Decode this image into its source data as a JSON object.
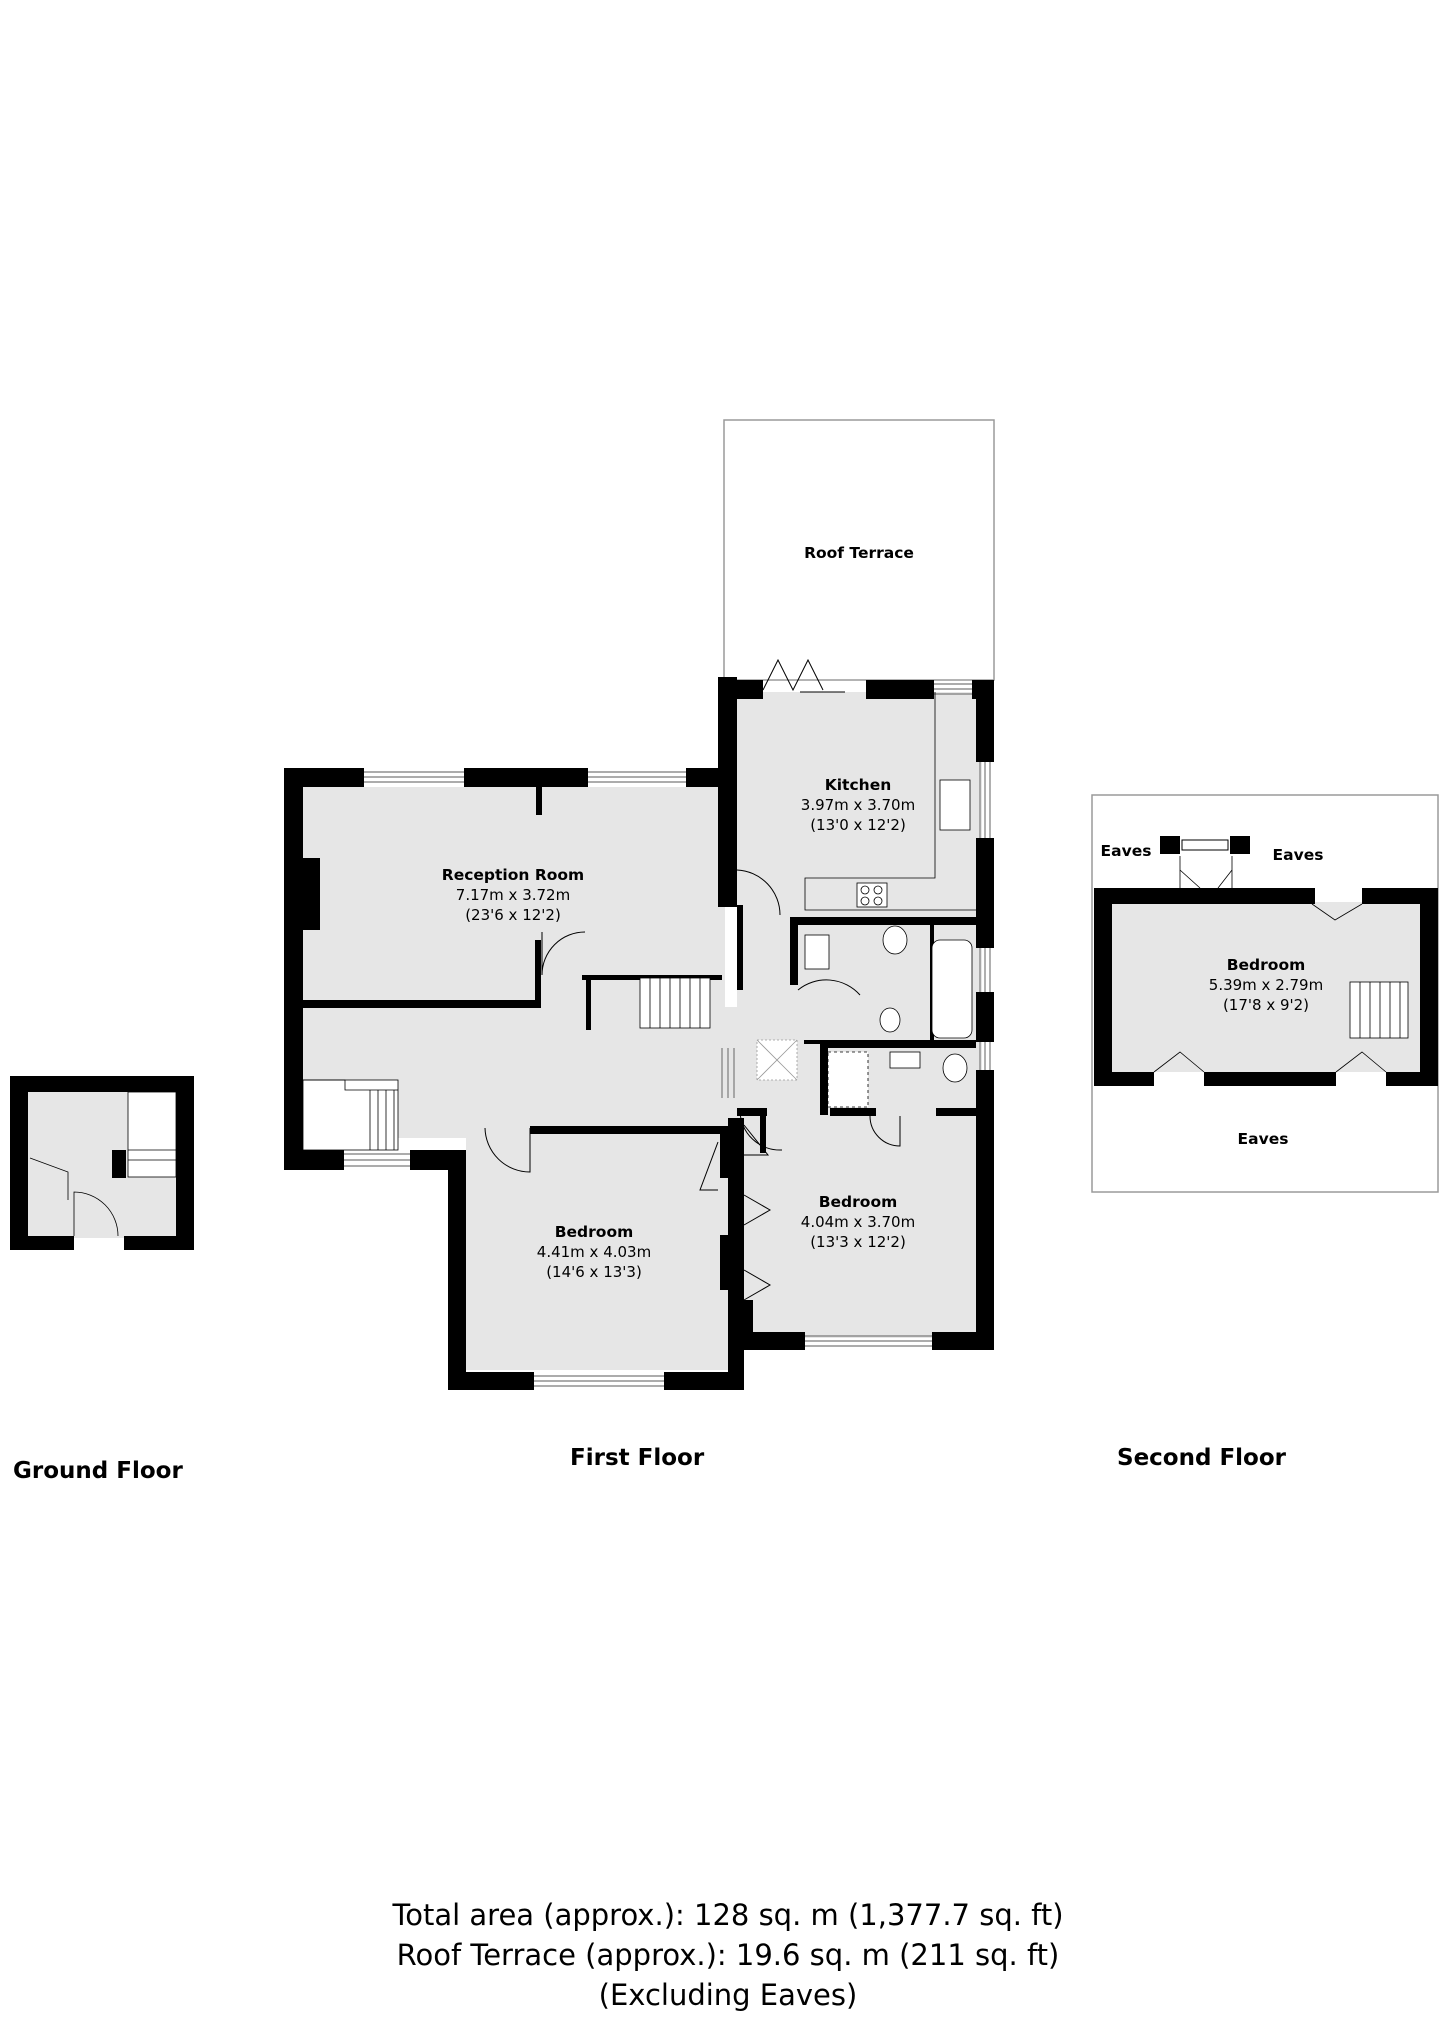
{
  "rooms": {
    "roof_terrace": {
      "name": "Roof Terrace"
    },
    "kitchen": {
      "name": "Kitchen",
      "metric": "3.97m x 3.70m",
      "imperial": "(13'0 x 12'2)"
    },
    "reception": {
      "name": "Reception Room",
      "metric": "7.17m x 3.72m",
      "imperial": "(23'6 x 12'2)"
    },
    "bedroom_first_left": {
      "name": "Bedroom",
      "metric": "4.41m x 4.03m",
      "imperial": "(14'6 x 13'3)"
    },
    "bedroom_first_right": {
      "name": "Bedroom",
      "metric": "4.04m x 3.70m",
      "imperial": "(13'3 x 12'2)"
    },
    "bedroom_second": {
      "name": "Bedroom",
      "metric": "5.39m x 2.79m",
      "imperial": "(17'8 x 9'2)"
    },
    "eaves_left": {
      "name": "Eaves"
    },
    "eaves_right": {
      "name": "Eaves"
    },
    "eaves_bottom": {
      "name": "Eaves"
    }
  },
  "floors": {
    "ground": "Ground Floor",
    "first": "First Floor",
    "second": "Second Floor"
  },
  "totals": {
    "total_area": "Total area (approx.): 128 sq. m (1,377.7 sq. ft)",
    "roof_terrace": "Roof Terrace (approx.): 19.6 sq. m (211 sq. ft)",
    "excluding": "(Excluding Eaves)"
  },
  "colors": {
    "wall": "#000000",
    "floor": "#e6e6e6",
    "outline": "#9a9a9a",
    "background": "#ffffff"
  }
}
